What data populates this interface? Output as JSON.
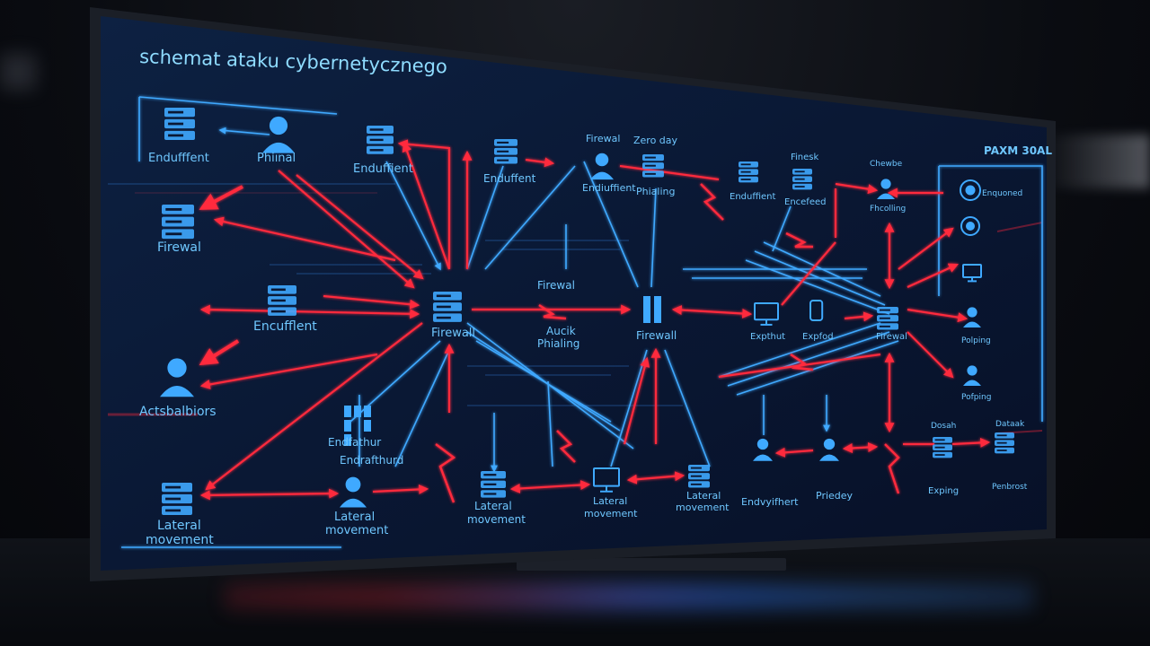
{
  "title": "schemat ataku cybernetycznego",
  "corner_code": "PAXM 30AL",
  "colors": {
    "screen_bg": "#0b1a33",
    "blue": "#3fa9ff",
    "red": "#ff2a3d",
    "label": "#6fc7ff"
  },
  "labels": [
    "Endufffent",
    "Phiınal",
    "Enduffient",
    "Enduffent",
    "Firewal",
    "Zero day",
    "Endiuffient",
    "Phialing",
    "Finesk",
    "Enduffient",
    "Encefeed",
    "Chewbe",
    "Fhcolling",
    "Firewal",
    "Encufflent",
    "Firewall",
    "Aucik",
    "Phialing",
    "Firewal",
    "Firewall",
    "Expthut",
    "Expfod",
    "Firewal",
    "Polping",
    "Pofping",
    "Actsbalbiors",
    "Endfathur",
    "Endrafthurd",
    "Lateral",
    "movement",
    "Lateral",
    "movement",
    "Lateral",
    "movement",
    "Lateral",
    "movement",
    "Lateral",
    "movement",
    "Endvyifhert",
    "Priedey",
    "Exping",
    "Dosah",
    "Penbrost",
    "Dataak",
    "Enquoned"
  ]
}
